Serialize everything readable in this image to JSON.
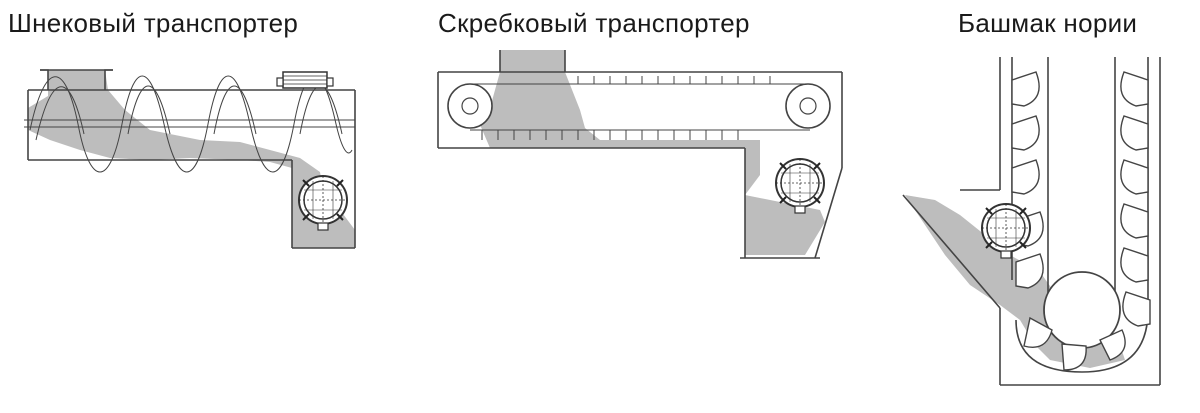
{
  "captions": {
    "screw_conveyor": "Шнековый транспортер",
    "scraper_conveyor": "Скребковый транспортер",
    "elevator_boot": "Башмак нории"
  },
  "colors": {
    "material": "#bdbdbd",
    "outline": "#444444",
    "background": "#ffffff"
  },
  "icons": [
    "level-sensor-icon",
    "drive-motor-icon"
  ]
}
